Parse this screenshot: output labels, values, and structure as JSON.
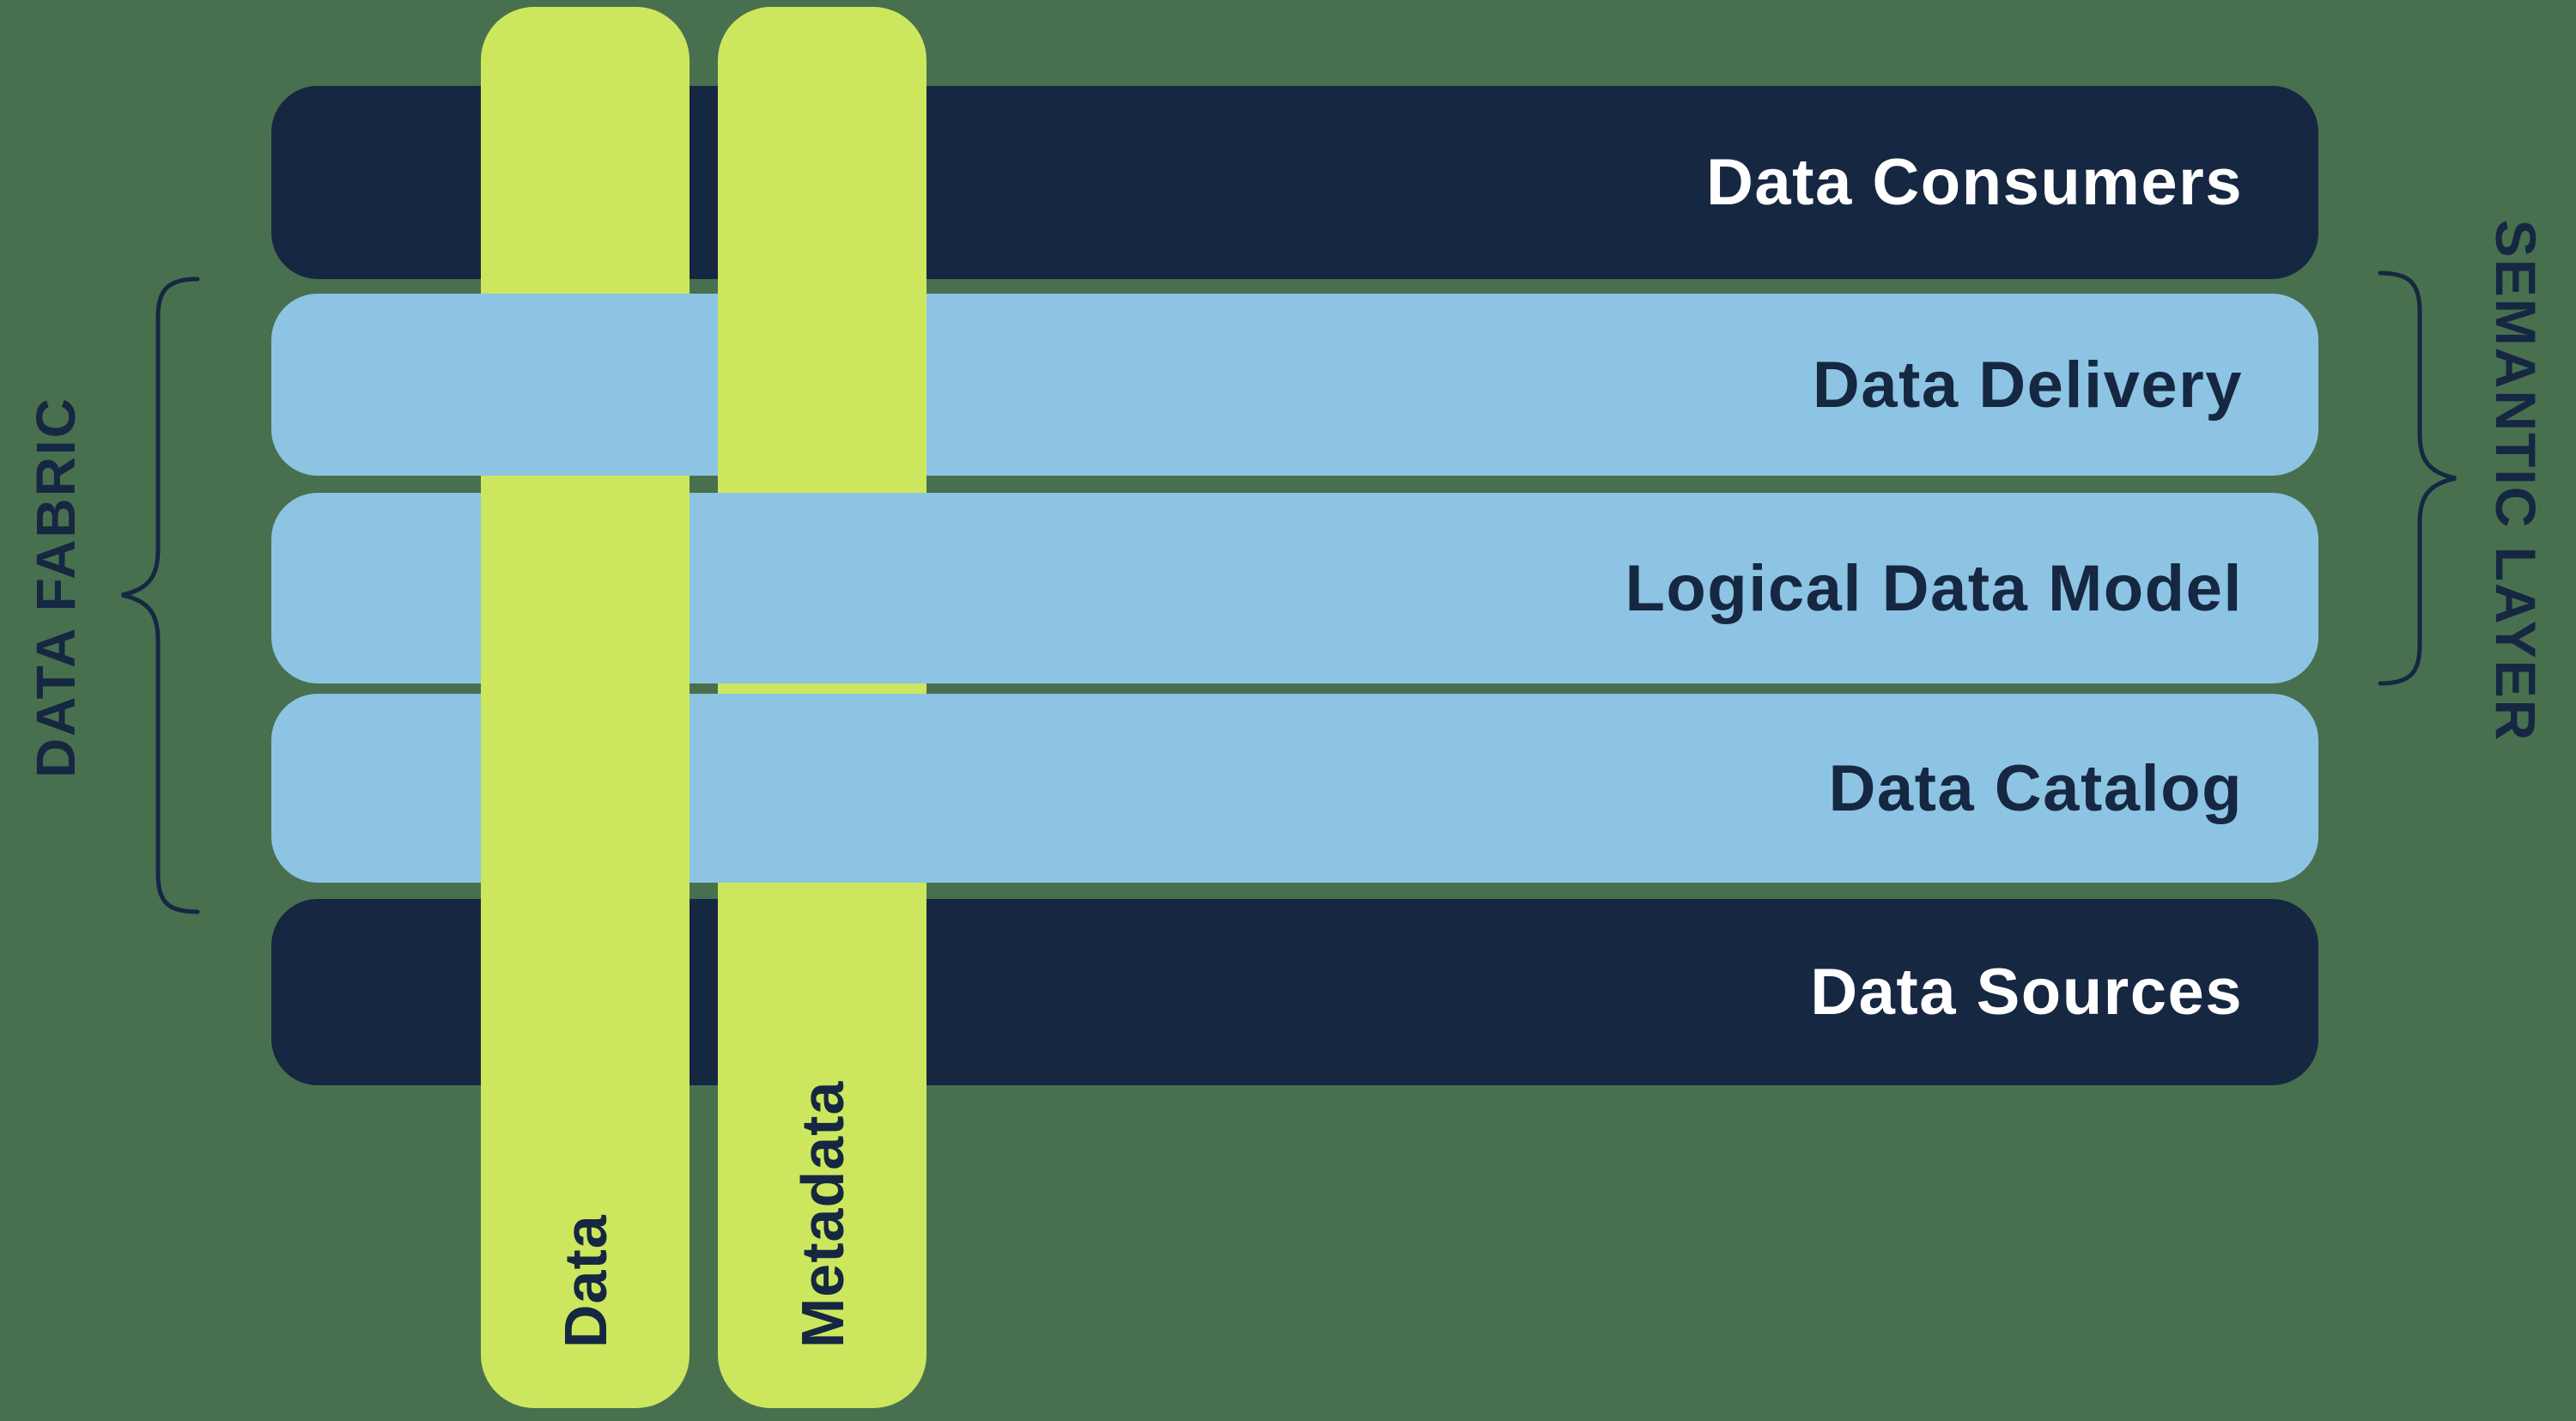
{
  "colors": {
    "navy": "#162742",
    "blue": "#8dc4e3",
    "green": "#cce75e",
    "bg": "#48704f",
    "row_text_light": "#ffffff"
  },
  "rows": [
    {
      "label": "Data Consumers",
      "variant": "navy"
    },
    {
      "label": "Data Delivery",
      "variant": "blue"
    },
    {
      "label": "Logical Data Model",
      "variant": "blue"
    },
    {
      "label": "Data Catalog",
      "variant": "blue"
    },
    {
      "label": "Data Sources",
      "variant": "navy"
    }
  ],
  "vertical_bars": [
    {
      "label": "Data"
    },
    {
      "label": "Metadata"
    }
  ],
  "side_labels": {
    "left": "DATA FABRIC",
    "right": "SEMANTIC LAYER"
  }
}
